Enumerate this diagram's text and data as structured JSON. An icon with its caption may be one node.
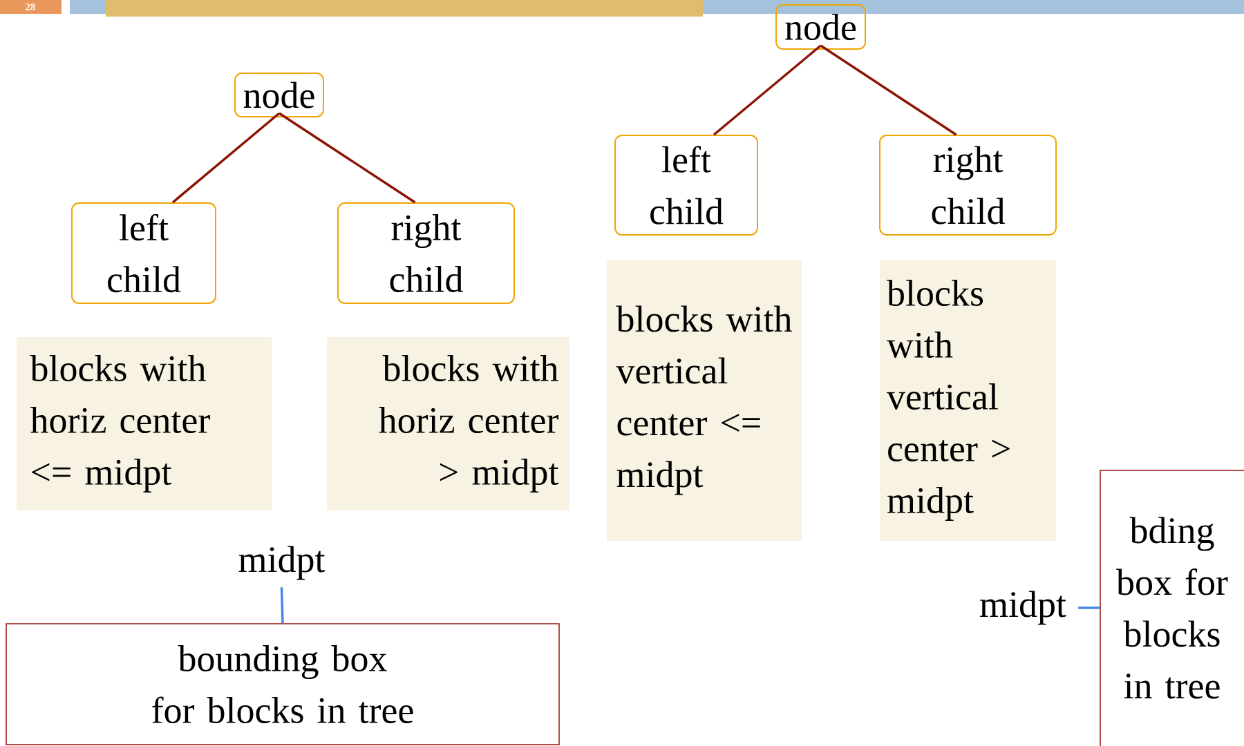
{
  "diagram": {
    "nodes": [
      {
        "text": [
          "node"
        ]
      },
      {
        "text": [
          "left child"
        ]
      },
      {
        "text": [
          "right child"
        ]
      },
      {
        "text": [
          "blocks with horiz center <= midpt"
        ]
      },
      {
        "text": [
          "blocks with horiz center > midpt"
        ]
      },
      {
        "text": [
          "midpt"
        ]
      },
      {
        "text": [
          "bounding box for blocks in tree"
        ]
      },
      {
        "text": [
          "node"
        ]
      },
      {
        "text": [
          "left child"
        ]
      },
      {
        "text": [
          "right child"
        ]
      },
      {
        "text": [
          "blocks with vertical center <= midpt"
        ]
      },
      {
        "text": [
          "blocks with vertical center > midpt"
        ]
      },
      {
        "text": [
          "midpt"
        ]
      },
      {
        "text": [
          "bding box for blocks in tree"
        ]
      }
    ],
    "edges": [
      {
        "from": 0,
        "to": 1,
        "arrow": "none"
      },
      {
        "from": 0,
        "to": 2,
        "arrow": "none"
      },
      {
        "from": 5,
        "to": 6,
        "arrow": "none",
        "color": "#4a86e8"
      },
      {
        "from": 7,
        "to": 8,
        "arrow": "none"
      },
      {
        "from": 7,
        "to": 9,
        "arrow": "none"
      },
      {
        "from": 12,
        "to": 13,
        "arrow": "none",
        "color": "#4a86e8"
      }
    ],
    "labels": [
      "28"
    ]
  }
}
